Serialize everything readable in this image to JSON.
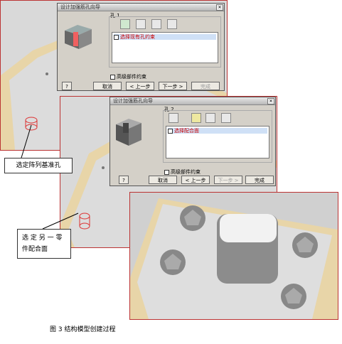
{
  "dialog1": {
    "title": "设计加强筋孔向导",
    "step_label": "孔 1",
    "list_item": "选择现有孔约束",
    "checkbox_label": "高级部件约束",
    "buttons": {
      "cancel": "取消",
      "back": "< 上一步",
      "next": "下一步 >",
      "finish": "完成"
    }
  },
  "dialog2": {
    "title": "设计加强筋孔向导",
    "step_label": "孔 2",
    "list_item": "选择配合面",
    "checkbox_label": "高级部件约束",
    "buttons": {
      "cancel": "取消",
      "back": "< 上一步",
      "next": "下一步 >",
      "finish": "完成"
    }
  },
  "callouts": {
    "callout1": "选定阵列基准孔",
    "callout2_line1": "选 定 另 一 零",
    "callout2_line2": "件配合面"
  },
  "caption": "图 3   结构模型创建过程",
  "colors": {
    "selection_text": "#c00000",
    "frame_red": "#b33333",
    "plate": "#dcdcdc",
    "plate_edge": "#e8d5a8"
  }
}
